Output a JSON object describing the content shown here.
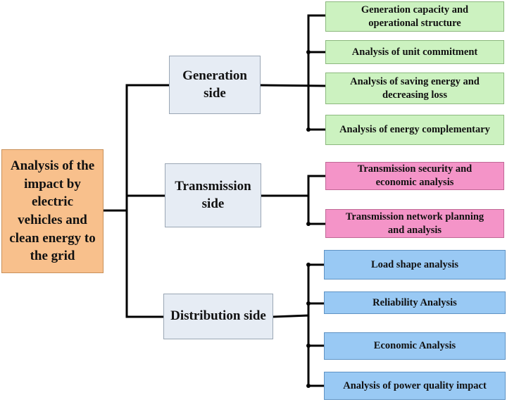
{
  "root": {
    "label_lines": [
      "Analysis of the",
      "impact by",
      "electric",
      "vehicles and",
      "clean energy to",
      "the grid"
    ],
    "color": "#f8c08c"
  },
  "branches": [
    {
      "label_lines": [
        "Generation",
        "side"
      ],
      "leaf_color": "#ccf2c0",
      "items": [
        [
          "Generation capacity and",
          "operational structure"
        ],
        [
          "Analysis of unit commitment"
        ],
        [
          "Analysis of saving energy and",
          "decreasing loss"
        ],
        [
          "Analysis of energy complementary"
        ]
      ]
    },
    {
      "label_lines": [
        "Transmission",
        "side"
      ],
      "leaf_color": "#f494c8",
      "items": [
        [
          "Transmission security and",
          "economic analysis"
        ],
        [
          "Transmission network planning",
          "and analysis"
        ]
      ]
    },
    {
      "label_lines": [
        "Distribution side"
      ],
      "leaf_color": "#99c9f4",
      "items": [
        [
          "Load shape analysis"
        ],
        [
          "Reliability Analysis"
        ],
        [
          "Economic Analysis"
        ],
        [
          "Analysis of power quality impact"
        ]
      ]
    }
  ]
}
